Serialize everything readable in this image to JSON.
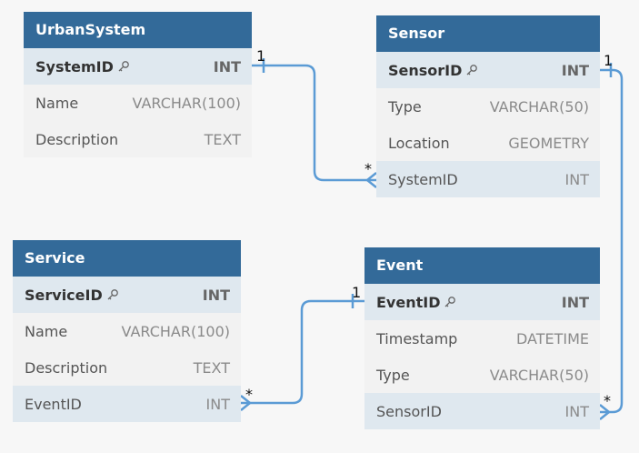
{
  "tables": {
    "urbansystem": {
      "title": "UrbanSystem",
      "rows": [
        {
          "name": "SystemID",
          "type": "INT"
        },
        {
          "name": "Name",
          "type": "VARCHAR(100)"
        },
        {
          "name": "Description",
          "type": "TEXT"
        }
      ]
    },
    "sensor": {
      "title": "Sensor",
      "rows": [
        {
          "name": "SensorID",
          "type": "INT"
        },
        {
          "name": "Type",
          "type": "VARCHAR(50)"
        },
        {
          "name": "Location",
          "type": "GEOMETRY"
        },
        {
          "name": "SystemID",
          "type": "INT"
        }
      ]
    },
    "service": {
      "title": "Service",
      "rows": [
        {
          "name": "ServiceID",
          "type": "INT"
        },
        {
          "name": "Name",
          "type": "VARCHAR(100)"
        },
        {
          "name": "Description",
          "type": "TEXT"
        },
        {
          "name": "EventID",
          "type": "INT"
        }
      ]
    },
    "event": {
      "title": "Event",
      "rows": [
        {
          "name": "EventID",
          "type": "INT"
        },
        {
          "name": "Timestamp",
          "type": "DATETIME"
        },
        {
          "name": "Type",
          "type": "VARCHAR(50)"
        },
        {
          "name": "SensorID",
          "type": "INT"
        }
      ]
    }
  },
  "cardinality": {
    "one": "1",
    "many": "*"
  },
  "colors": {
    "header": "#336a99",
    "connector": "#5b9bd5",
    "pk_row": "#dfe8ef"
  }
}
